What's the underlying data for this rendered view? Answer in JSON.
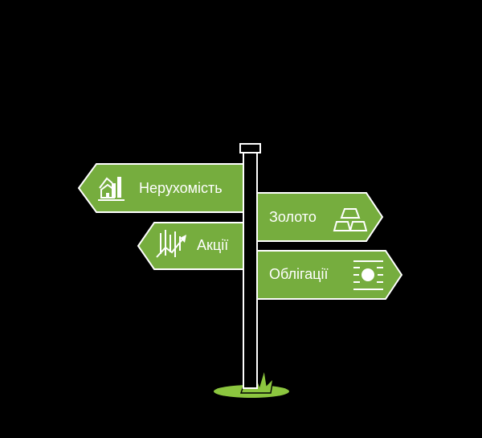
{
  "signpost": {
    "signs": [
      {
        "id": "real_estate",
        "label": "Нерухомість",
        "icon": "house-growth-chart-icon",
        "direction": "left"
      },
      {
        "id": "gold",
        "label": "Золото",
        "icon": "gold-bars-icon",
        "direction": "right"
      },
      {
        "id": "stocks",
        "label": "Акції",
        "icon": "stock-chart-icon",
        "direction": "left"
      },
      {
        "id": "bonds",
        "label": "Облігації",
        "icon": "bond-certificate-icon",
        "direction": "right"
      }
    ]
  },
  "colors": {
    "background": "#000000",
    "sign_fill": "#76ad3e",
    "outline": "#ffffff",
    "grass": "#8cc63f",
    "text": "#ffffff"
  }
}
